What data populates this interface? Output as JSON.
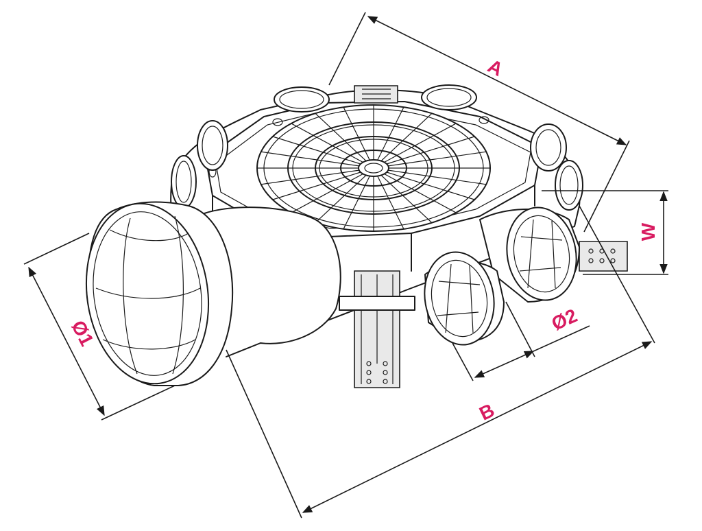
{
  "dimensions": {
    "a": "A",
    "b": "B",
    "w": "W",
    "d1": "Ø1",
    "d2": "Ø2"
  },
  "colors": {
    "label": "#d81b60",
    "line": "#1a1a1a",
    "background": "#ffffff"
  }
}
